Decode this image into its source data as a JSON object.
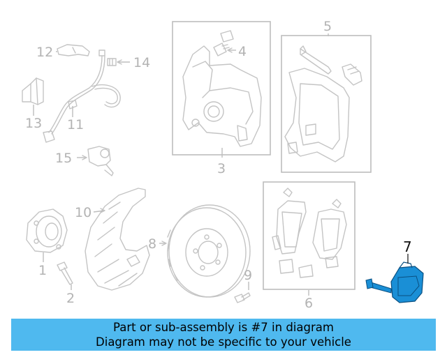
{
  "diagram": {
    "callouts": {
      "c1": "1",
      "c2": "2",
      "c3": "3",
      "c4": "4",
      "c5": "5",
      "c6": "6",
      "c7": "7",
      "c8": "8",
      "c9": "9",
      "c10": "10",
      "c11": "11",
      "c12": "12",
      "c13": "13",
      "c14": "14",
      "c15": "15"
    },
    "highlighted_part": "7",
    "highlight_color": "#1a8fd6"
  },
  "banner": {
    "line1": "Part or sub-assembly is #7 in diagram",
    "line2": "Diagram may not be specific to your vehicle",
    "background": "#4fb9ef"
  }
}
